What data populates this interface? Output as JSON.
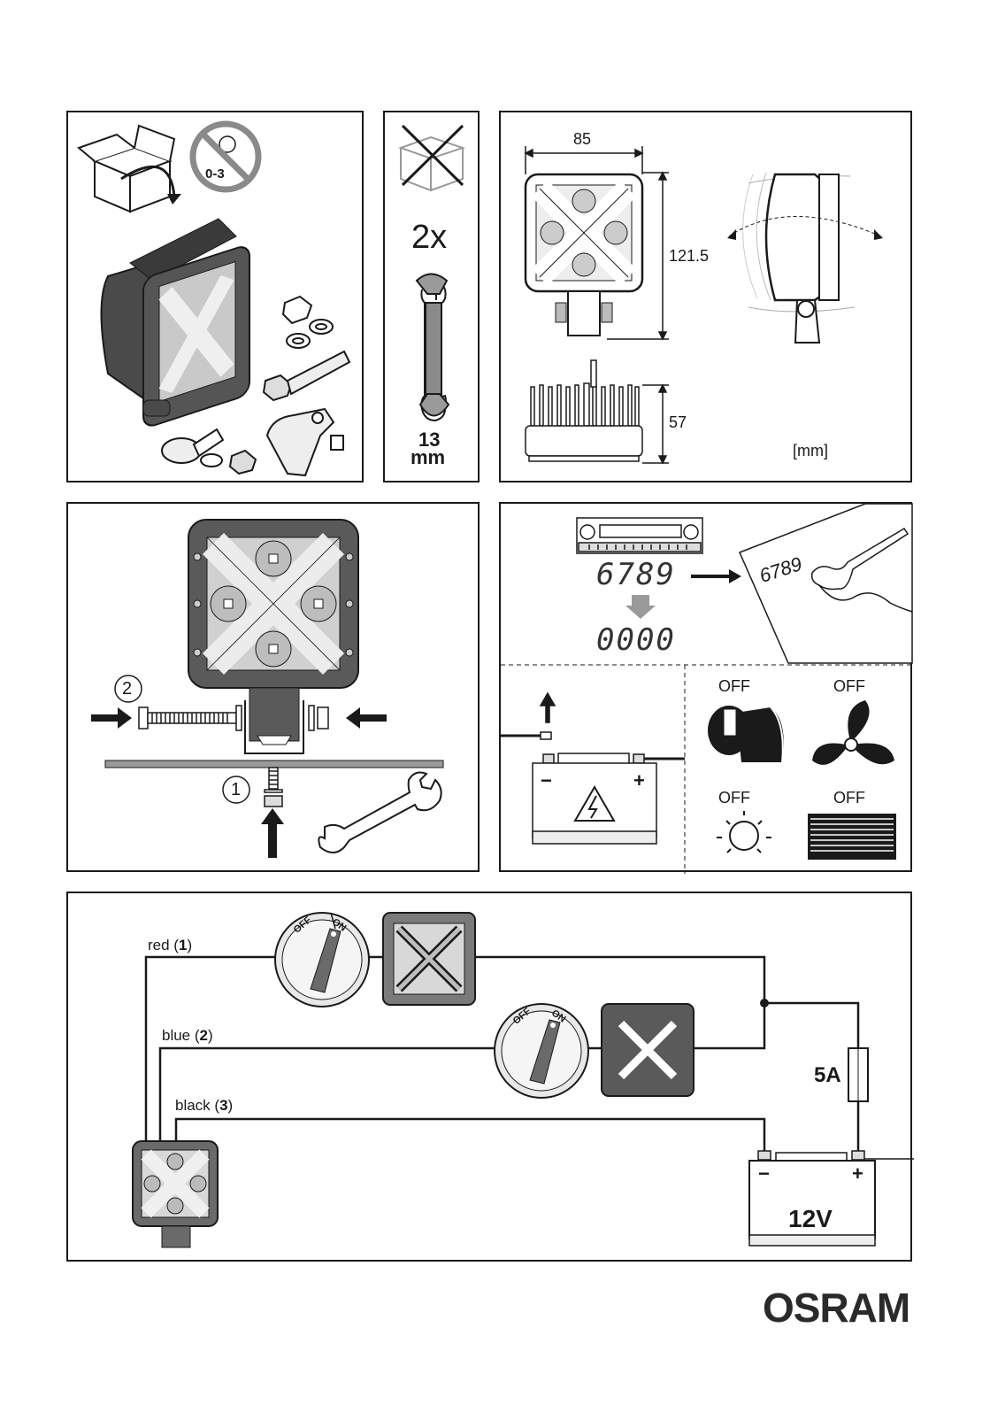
{
  "panel1": {
    "age_label": "0-3"
  },
  "panel2": {
    "quantity": "2x",
    "wrench_size": "13",
    "wrench_unit": "mm"
  },
  "panel3": {
    "width": "85",
    "height": "121.5",
    "depth": "57",
    "unit": "[mm]"
  },
  "panel4": {
    "step1": "1",
    "step2": "2"
  },
  "panel5": {
    "code_display": "6789",
    "code_reset": "0000",
    "note_text": "6789",
    "off_ignition": "OFF",
    "off_fan": "OFF",
    "off_light": "OFF",
    "off_heater": "OFF",
    "minus": "−",
    "plus": "+"
  },
  "panel6": {
    "wire_red": "red (",
    "wire_red_num": "1",
    "wire_blue": "blue (",
    "wire_blue_num": "2",
    "wire_black": "black (",
    "wire_black_num": "3",
    "close_paren": ")",
    "switch_off": "OFF",
    "switch_on": "ON",
    "fuse": "5A",
    "battery_voltage": "12V",
    "minus": "−",
    "plus": "+"
  },
  "brand": "OSRAM",
  "colors": {
    "ink": "#1a1a1a",
    "gray_dark": "#5a5a5a",
    "gray_mid": "#9a9a9a",
    "gray_light": "#d8d8d8"
  }
}
